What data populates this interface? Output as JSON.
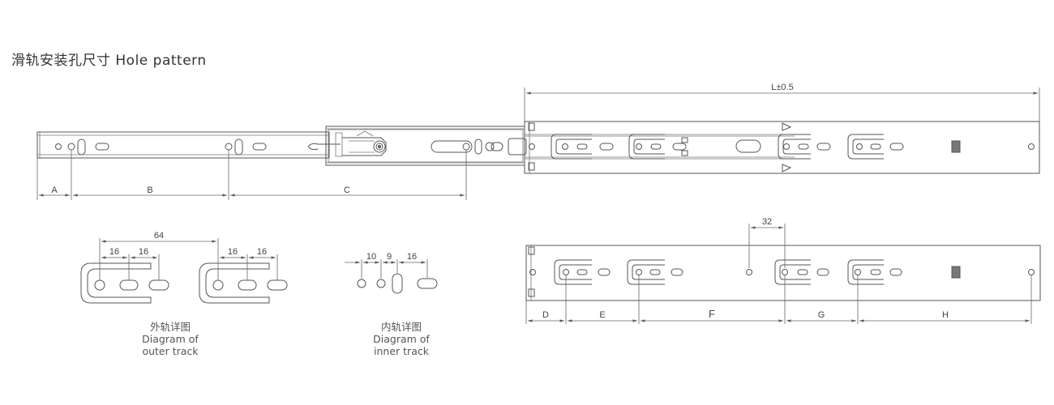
{
  "title": "滑轨安装孔尺寸 Hole pattern",
  "dimensions": {
    "length": "L±0.5",
    "A": "A",
    "B": "B",
    "C": "C",
    "D": "D",
    "E": "E",
    "F": "F",
    "G": "G",
    "H": "H",
    "d32": "32"
  },
  "outer_track": {
    "d64": "64",
    "d16a": "16",
    "d16b": "16",
    "d16c": "16",
    "d16d": "16",
    "caption_cn": "外轨详图",
    "caption_en1": "Diagram of",
    "caption_en2": "outer track"
  },
  "inner_track": {
    "d10": "10",
    "d9": "9",
    "d16": "16",
    "caption_cn": "内轨详图",
    "caption_en1": "Diagram of",
    "caption_en2": "inner track"
  }
}
